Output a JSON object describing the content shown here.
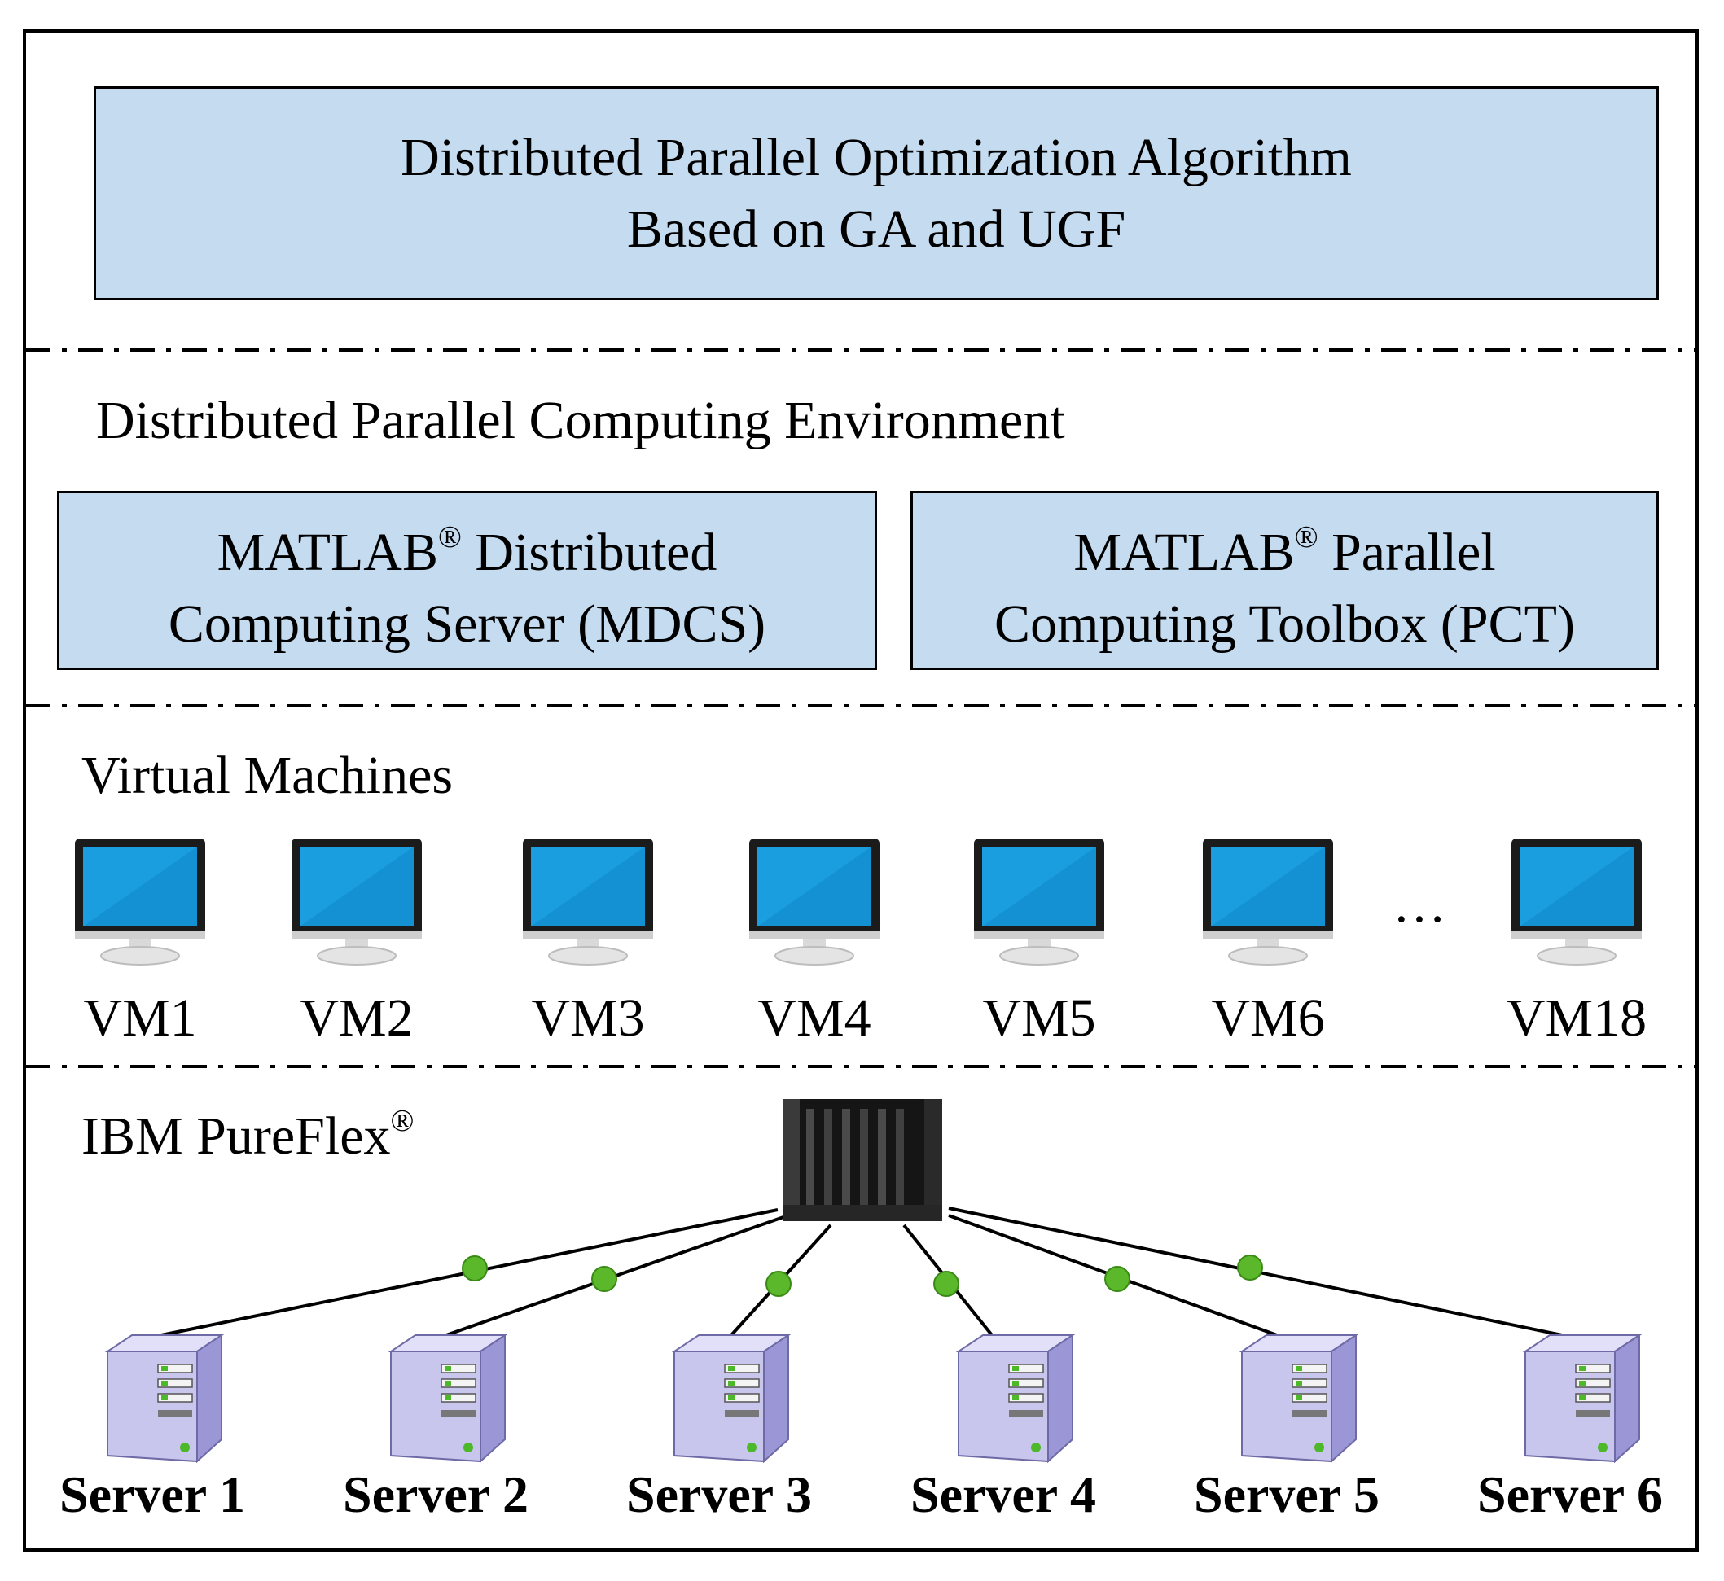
{
  "top_box": {
    "line1": "Distributed Parallel Optimization Algorithm",
    "line2": "Based on GA and UGF"
  },
  "environment": {
    "label": "Distributed Parallel Computing Environment",
    "mdcs": {
      "line1_pre": "MATLAB",
      "reg": "®",
      "line1_post": " Distributed",
      "line2": "Computing Server (MDCS)"
    },
    "pct": {
      "line1_pre": "MATLAB",
      "reg": "®",
      "line1_post": " Parallel",
      "line2": "Computing Toolbox (PCT)"
    }
  },
  "virtual_machines": {
    "label": "Virtual Machines",
    "ellipsis": "…",
    "vms": [
      "VM1",
      "VM2",
      "VM3",
      "VM4",
      "VM5",
      "VM6",
      "VM18"
    ]
  },
  "ibm": {
    "label": "IBM PureFlex",
    "reg": "®",
    "servers": [
      "Server 1",
      "Server 2",
      "Server 3",
      "Server 4",
      "Server 5",
      "Server 6"
    ]
  },
  "colors": {
    "box_fill": "#c5dbf0",
    "screen": "#1a9ee0",
    "link_dot": "#5bb82a",
    "tower": "#c9c6ee"
  }
}
